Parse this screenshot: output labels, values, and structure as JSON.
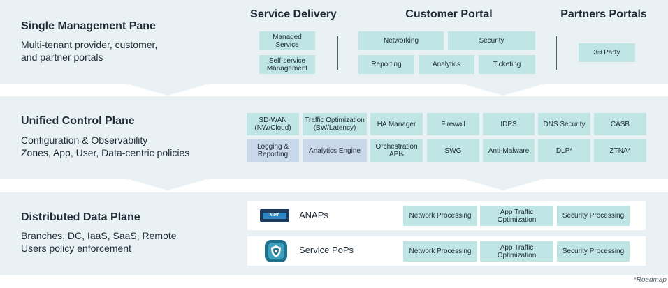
{
  "mgmt": {
    "title": "Single Management Pane",
    "subtitle": "Multi-tenant provider, customer,\nand partner portals",
    "service_delivery": {
      "heading": "Service Delivery",
      "items": [
        "Managed Service",
        "Self-service Management"
      ]
    },
    "customer_portal": {
      "heading": "Customer Portal",
      "items": [
        "Networking",
        "Security",
        "Reporting",
        "Analytics",
        "Ticketing"
      ]
    },
    "partners": {
      "heading": "Partners Portals",
      "item_base": "3",
      "item_sup": "rd",
      "item_rest": " Party"
    }
  },
  "control": {
    "title": "Unified Control Plane",
    "subtitle": "Configuration & Observability\nZones, App, User, Data-centric policies",
    "row1": [
      "SD-WAN (NW/Cloud)",
      "Traffic Optimization (BW/Latency)",
      "HA Manager",
      "Firewall",
      "IDPS",
      "DNS Security",
      "CASB"
    ],
    "row2": [
      "Logging & Reporting",
      "Analytics Engine",
      "Orchestration APIs",
      "SWG",
      "Anti-Malware",
      "DLP*",
      "ZTNA*"
    ]
  },
  "data": {
    "title": "Distributed Data Plane",
    "subtitle": "Branches, DC, IaaS, SaaS, Remote\nUsers policy enforcement",
    "anaps": {
      "label": "ANAPs",
      "logo_text": "ANAP",
      "items": [
        "Network Processing",
        "App Traffic Optimization",
        "Security Processing"
      ]
    },
    "pops": {
      "label": "Service PoPs",
      "items": [
        "Network Processing",
        "App Traffic Optimization",
        "Security Processing"
      ]
    }
  },
  "footnote": "*Roadmap",
  "colors": {
    "band": "#eaf1f5",
    "teal_box": "#bfe6e4",
    "blue_box": "#c8d8ea",
    "text": "#1e2a35",
    "pops_icon": "#1e6f8a"
  }
}
